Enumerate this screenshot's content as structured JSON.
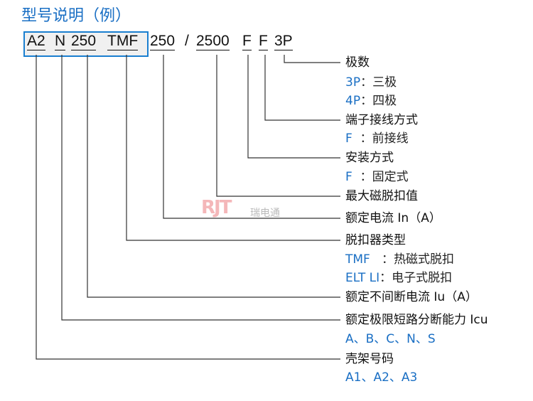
{
  "title": "型号说明（例）",
  "code": {
    "frame": "A2",
    "breaking": "N",
    "iu": "250",
    "trip": "TMF",
    "in": "250",
    "slash": "/",
    "mag": "2500",
    "install": "F",
    "terminal": "F",
    "poles": "3P"
  },
  "watermark": {
    "logo": "RJT",
    "text": "瑞电通"
  },
  "labels": [
    {
      "text": "极数"
    },
    {
      "key": "3P",
      "sep": "：",
      "val": "三极"
    },
    {
      "key": "4P",
      "sep": "：",
      "val": "四极"
    },
    {
      "text": "端子接线方式"
    },
    {
      "key": "F",
      "sep": "  ：",
      "val": "前接线"
    },
    {
      "text": "安装方式"
    },
    {
      "key": "F",
      "sep": "  ：",
      "val": "固定式"
    },
    {
      "text": "最大磁脱扣值"
    },
    {
      "text": "额定电流 In（A）"
    },
    {
      "text": "脱扣器类型"
    },
    {
      "key": "TMF",
      "sep": "   ：",
      "val": "热磁式脱扣"
    },
    {
      "key": "ELT LI",
      "sep": "：",
      "val": "电子式脱扣"
    },
    {
      "text": "额定不间断电流 Iu（A）"
    },
    {
      "text": "额定极限短路分断能力 Icu"
    },
    {
      "key": "A、B、C、N、S"
    },
    {
      "text": "壳架号码"
    },
    {
      "key": "A1、A2、A3"
    }
  ],
  "colors": {
    "accent": "#1a6fc4"
  }
}
